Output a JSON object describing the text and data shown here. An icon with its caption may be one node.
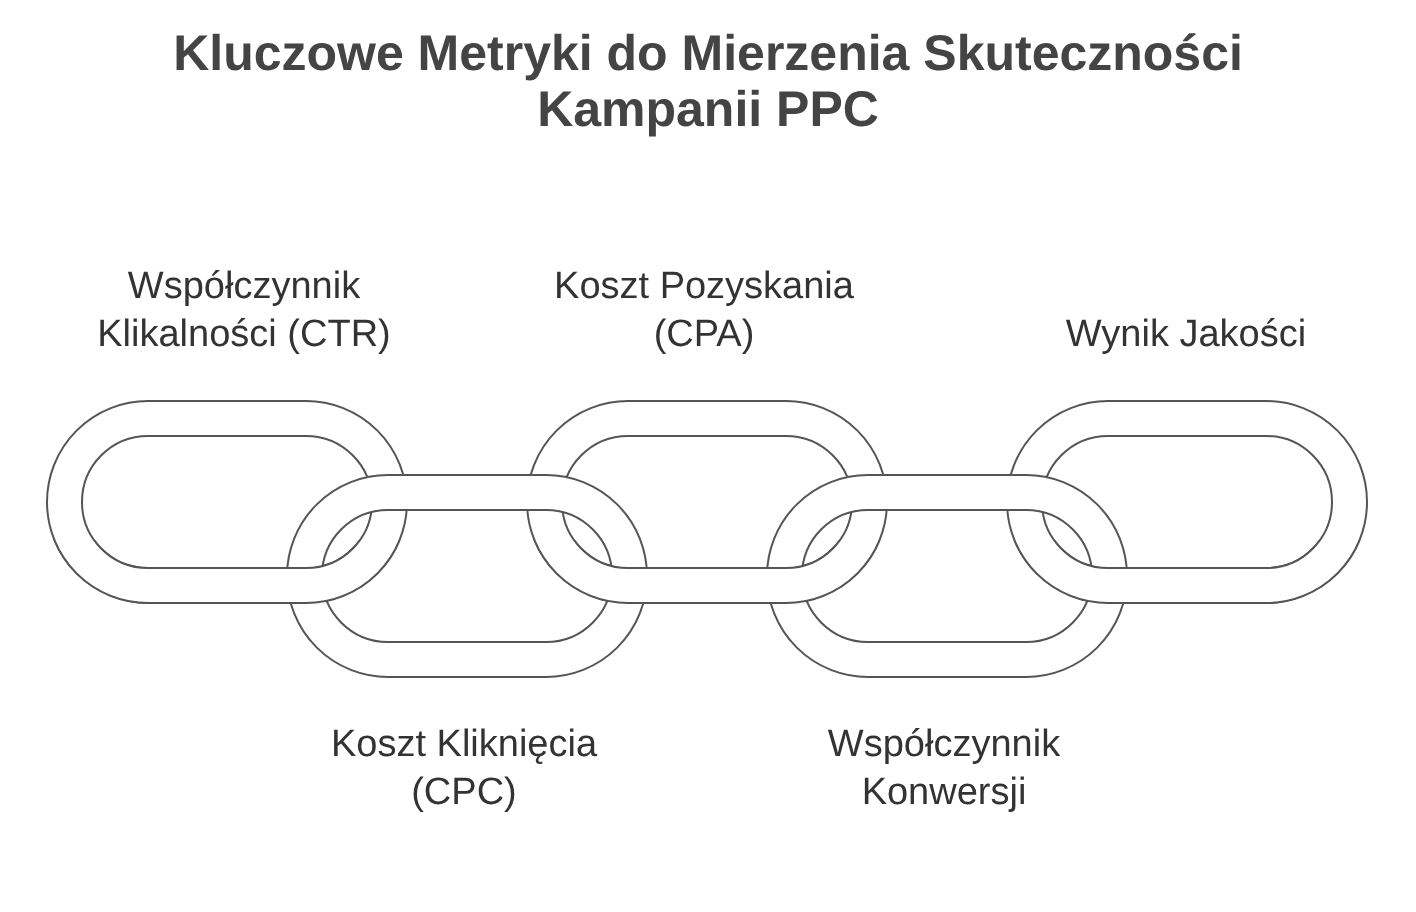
{
  "diagram": {
    "title": "Kluczowe Metryki do Mierzenia Skuteczności Kampanii PPC",
    "nodes": [
      {
        "text": [],
        "shape": "oval",
        "beside": [
          "Współczynnik Klikalności (CTR)"
        ]
      },
      {
        "text": [],
        "shape": "oval",
        "beside": [
          "Koszt Kliknięcia (CPC)"
        ]
      },
      {
        "text": [],
        "shape": "oval",
        "beside": [
          "Koszt Pozyskania (CPA)"
        ]
      },
      {
        "text": [],
        "shape": "oval",
        "beside": [
          "Współczynnik Konwersji"
        ]
      },
      {
        "text": [],
        "shape": "oval",
        "beside": [
          "Wynik Jakości"
        ]
      }
    ]
  }
}
